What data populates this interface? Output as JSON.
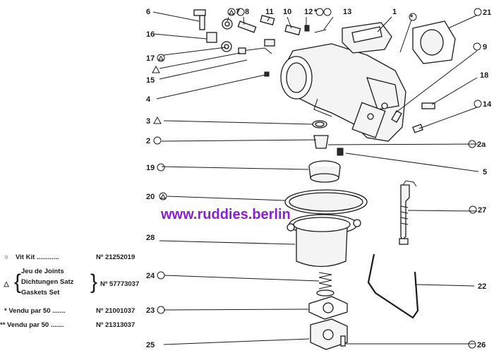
{
  "callouts": {
    "c1": "1",
    "c2": "2",
    "c2a": "2a",
    "c3": "3",
    "c4": "4",
    "c5": "5",
    "c6": "6",
    "c7": "7",
    "c8": "8",
    "c9": "9",
    "c10": "10",
    "c11": "11",
    "c12": "12",
    "c13": "13",
    "c14": "14",
    "c15": "15",
    "c16": "16",
    "c17": "17",
    "c18": "18",
    "c19": "19",
    "c20": "20",
    "c21": "21",
    "c22": "22",
    "c23": "23",
    "c24": "24",
    "c25": "25",
    "c26": "26",
    "c27": "27",
    "c28": "28"
  },
  "watermark": "www.ruddies.berlin",
  "legend": {
    "kit_label": "Vit Kit",
    "kit_no": "Nº 21252019",
    "gasket_lines": [
      "Jeu de Joints",
      "Dichtungen Satz",
      "Gaskets Set"
    ],
    "gasket_no": "Nº 57773037",
    "sold50_a_label": "Vendu par 50",
    "sold50_a_no": "Nº 21001037",
    "sold50_b_label": "Vendu par 50",
    "sold50_b_no": "Nº 21313037",
    "dots": "............",
    "dots_short": ".......",
    "star": "*",
    "star2": "**"
  }
}
